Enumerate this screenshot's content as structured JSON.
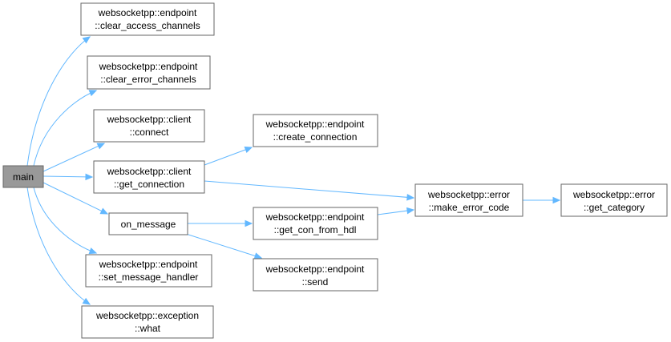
{
  "graph": {
    "edge_color": "#63b8ff",
    "root_fill": "#999999",
    "node_border": "#666666",
    "nodes": {
      "main": {
        "lines": [
          "main"
        ]
      },
      "clear_access": {
        "lines": [
          "websocketpp::endpoint",
          "::clear_access_channels"
        ]
      },
      "clear_error": {
        "lines": [
          "websocketpp::endpoint",
          "::clear_error_channels"
        ]
      },
      "client_connect": {
        "lines": [
          "websocketpp::client",
          "::connect"
        ]
      },
      "client_get_connection": {
        "lines": [
          "websocketpp::client",
          "::get_connection"
        ]
      },
      "on_message": {
        "lines": [
          "on_message"
        ]
      },
      "set_message_handler": {
        "lines": [
          "websocketpp::endpoint",
          "::set_message_handler"
        ]
      },
      "exception_what": {
        "lines": [
          "websocketpp::exception",
          "::what"
        ]
      },
      "create_connection": {
        "lines": [
          "websocketpp::endpoint",
          "::create_connection"
        ]
      },
      "get_con_from_hdl": {
        "lines": [
          "websocketpp::endpoint",
          "::get_con_from_hdl"
        ]
      },
      "endpoint_send": {
        "lines": [
          "websocketpp::endpoint",
          "::send"
        ]
      },
      "make_error_code": {
        "lines": [
          "websocketpp::error",
          "::make_error_code"
        ]
      },
      "get_category": {
        "lines": [
          "websocketpp::error",
          "::get_category"
        ]
      }
    },
    "edges": [
      [
        "main",
        "clear_access"
      ],
      [
        "main",
        "clear_error"
      ],
      [
        "main",
        "client_connect"
      ],
      [
        "main",
        "client_get_connection"
      ],
      [
        "main",
        "on_message"
      ],
      [
        "main",
        "set_message_handler"
      ],
      [
        "main",
        "exception_what"
      ],
      [
        "client_get_connection",
        "create_connection"
      ],
      [
        "client_get_connection",
        "make_error_code"
      ],
      [
        "on_message",
        "get_con_from_hdl"
      ],
      [
        "on_message",
        "endpoint_send"
      ],
      [
        "get_con_from_hdl",
        "make_error_code"
      ],
      [
        "make_error_code",
        "get_category"
      ]
    ]
  }
}
